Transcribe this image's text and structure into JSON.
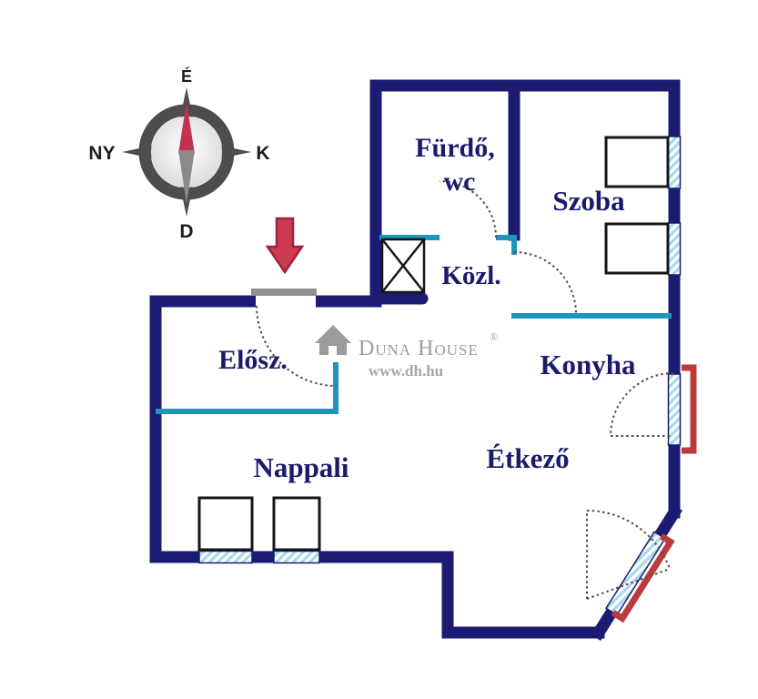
{
  "compass": {
    "north_label": "É",
    "west_label": "NY",
    "east_label": "K",
    "south_label": "D"
  },
  "rooms": {
    "bathroom_line1": "Fürdő,",
    "bathroom_line2": "wc",
    "room": "Szoba",
    "corridor": "Közl.",
    "hall": "Elősz.",
    "kitchen": "Konyha",
    "dining": "Étkező",
    "living": "Nappali"
  },
  "watermark": {
    "brand": "Duna House",
    "registered": "®",
    "url": "www.dh.hu"
  },
  "colors": {
    "wall": "#1b1b72",
    "partition": "#2095bb",
    "hatch": "#a5daee",
    "red": "#bb3a3c",
    "arrow": "#ce3a52",
    "arrowedge": "#9c2440",
    "label": "#1b1b6e",
    "arc": "#5d4a3f",
    "gray": "#8f8f8f",
    "watermark": "#9b9b9b",
    "needle_red": "#c23350",
    "needle_gray": "#8a8a8a",
    "compass": "#4d4d4d",
    "ink": "#161616"
  }
}
